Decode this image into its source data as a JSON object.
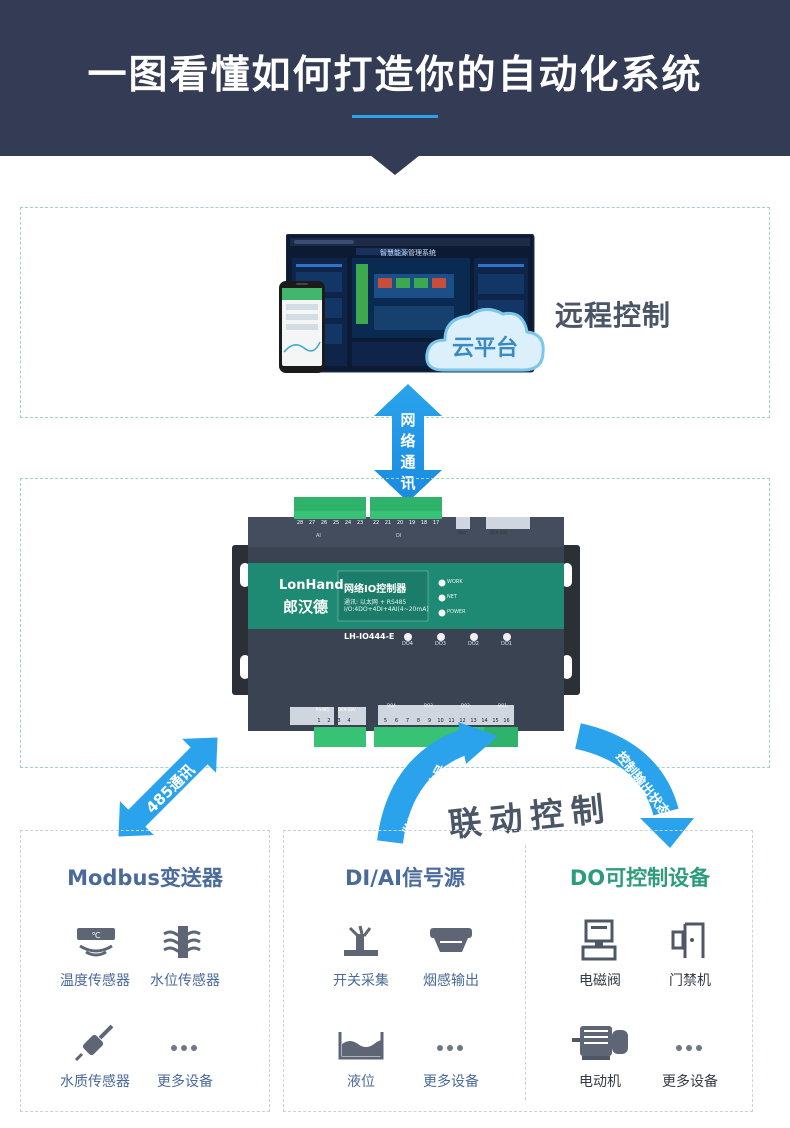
{
  "header": {
    "title": "一图看懂如何打造你的自动化系统"
  },
  "cloud": {
    "remote_label": "远程控制",
    "platform_label": "云平台",
    "dashboard_title": "智慧能源管理系统"
  },
  "network_arrow": {
    "label": "网络通讯"
  },
  "device": {
    "brand": "LonHand",
    "brand_cn": "郎汉德",
    "product_name": "网络IO控制器",
    "spec_comm": "通讯: 以太网 + RS485",
    "spec_io": "I/O:4DO+4DI+4AI(4~20mA)",
    "model": "LH-IO444-E",
    "leds": [
      "WORK",
      "NET",
      "POWER"
    ],
    "do_leds": [
      "DO4",
      "DO3",
      "DO2",
      "DO1"
    ],
    "top_terminals": [
      "28",
      "27",
      "26",
      "25",
      "24",
      "23",
      "22",
      "21",
      "20",
      "19",
      "18",
      "17"
    ],
    "top_groups": [
      "AI",
      "DI"
    ],
    "top_right_labels": [
      "网口",
      "DC9-28V"
    ],
    "bottom_groups": [
      "RS485",
      "DC9-28V",
      "DO4",
      "DO3",
      "DO2",
      "DO1"
    ],
    "bottom_terminals": [
      "1",
      "2",
      "3",
      "4",
      "5",
      "6",
      "7",
      "8",
      "9",
      "10",
      "11",
      "12",
      "13",
      "14",
      "15",
      "16"
    ]
  },
  "rs485_arrow": {
    "label": "485通讯"
  },
  "curve_labels": {
    "left": "监测输入信号",
    "middle": "联动控制",
    "right": "控制输出状态"
  },
  "modbus": {
    "title": "Modbus变送器",
    "items": [
      {
        "label": "温度传感器",
        "icon": "thermometer-icon"
      },
      {
        "label": "水位传感器",
        "icon": "water-level-icon"
      },
      {
        "label": "水质传感器",
        "icon": "water-quality-probe-icon"
      },
      {
        "label": "更多设备",
        "icon": "more-dots-icon"
      }
    ]
  },
  "diai": {
    "title": "DI/AI信号源",
    "items": [
      {
        "label": "开关采集",
        "icon": "switch-icon"
      },
      {
        "label": "烟感输出",
        "icon": "smoke-detector-icon"
      },
      {
        "label": "液位",
        "icon": "liquid-level-icon"
      },
      {
        "label": "更多设备",
        "icon": "more-dots-icon"
      }
    ]
  },
  "do": {
    "title": "DO可控制设备",
    "items": [
      {
        "label": "电磁阀",
        "icon": "solenoid-valve-icon"
      },
      {
        "label": "门禁机",
        "icon": "access-control-icon"
      },
      {
        "label": "电动机",
        "icon": "motor-icon"
      },
      {
        "label": "更多设备",
        "icon": "more-dots-icon"
      }
    ]
  },
  "colors": {
    "header_bg": "#333c54",
    "accent_blue": "#2aa3ec",
    "device_green": "#1e8a74",
    "modbus_title": "#4a6a9a",
    "do_title": "#2e9c7c"
  }
}
